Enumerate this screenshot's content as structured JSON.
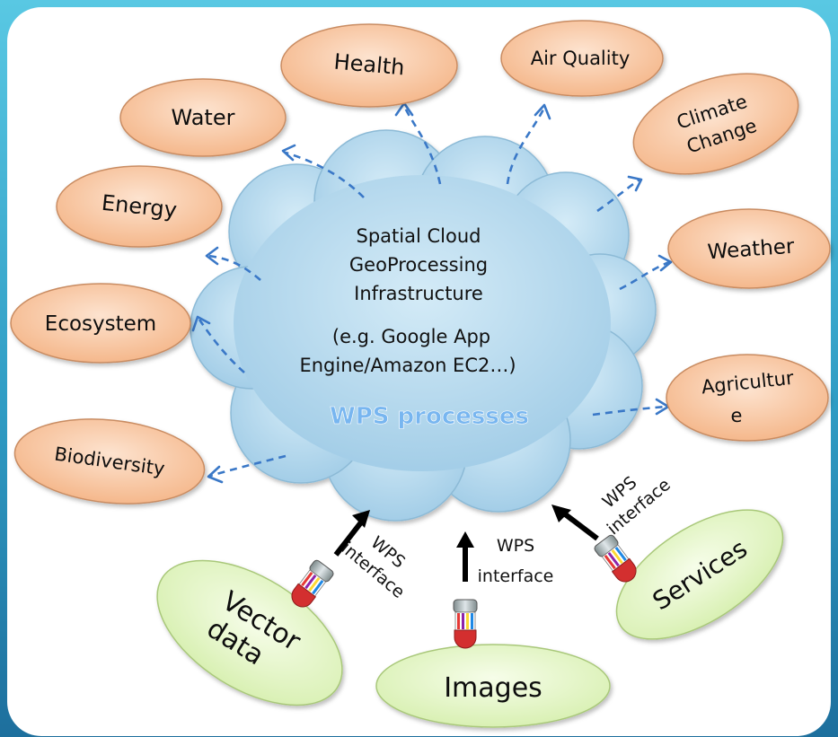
{
  "cloud": {
    "lines": [
      "Spatial Cloud",
      "GeoProcessing",
      "Infrastructure",
      "(e.g. Google App",
      "Engine/Amazon EC2…)"
    ],
    "highlight": "WPS processes"
  },
  "domains": {
    "health": "Health",
    "air_quality": "Air Quality",
    "water": "Water",
    "climate_change": [
      "Climate",
      "Change"
    ],
    "energy": "Energy",
    "weather": "Weather",
    "ecosystem": "Ecosystem",
    "agriculture": [
      "Agricultur",
      "e"
    ],
    "biodiversity": "Biodiversity"
  },
  "sources": {
    "vector_data": [
      "Vector",
      "data"
    ],
    "images": "Images",
    "services": "Services"
  },
  "interfaces": {
    "left": [
      "WPS",
      "interface"
    ],
    "center": [
      "WPS",
      "interface"
    ],
    "right": [
      "WPS",
      "interface"
    ]
  },
  "colors": {
    "domain_fill": "#f7c49c",
    "source_fill": "#e4f7c4",
    "cloud_fill": "#a9d3ea",
    "arrow": "#3a78c7",
    "wps_text": "#6fb0f0"
  }
}
